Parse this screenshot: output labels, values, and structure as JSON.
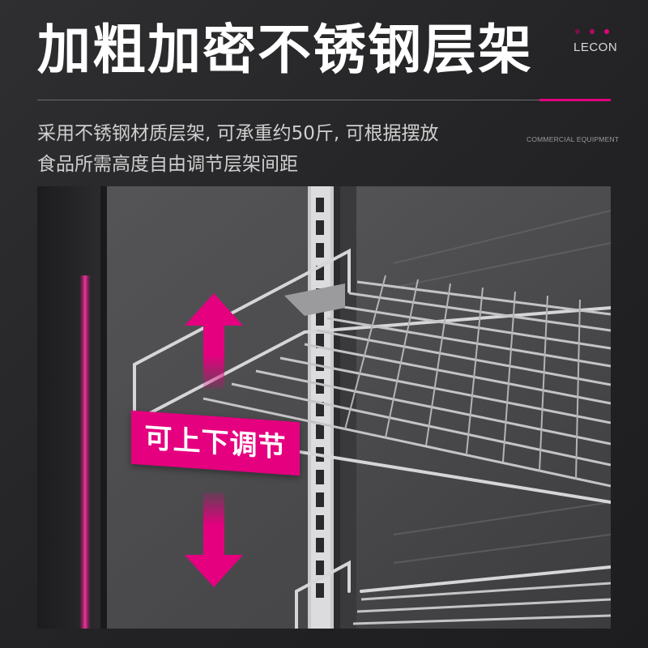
{
  "headline": "加粗加密不锈钢层架",
  "brand": "LECON",
  "brand_tag": "COMMERCIAL EQUIPMENT",
  "description": {
    "line1": "采用不锈钢材质层架, 可承重约50斤, 可根据摆放",
    "line2": "食品所需高度自由调节层架间距"
  },
  "badge_label": "可上下调节",
  "colors": {
    "accent": "#e4007f",
    "dots": [
      "#7a1048",
      "#b00d62",
      "#e4007f"
    ],
    "background": "#262628",
    "headline": "#ffffff",
    "body_text": "#cfcfcf"
  },
  "icons": [
    "up-arrow-icon",
    "down-arrow-icon"
  ]
}
